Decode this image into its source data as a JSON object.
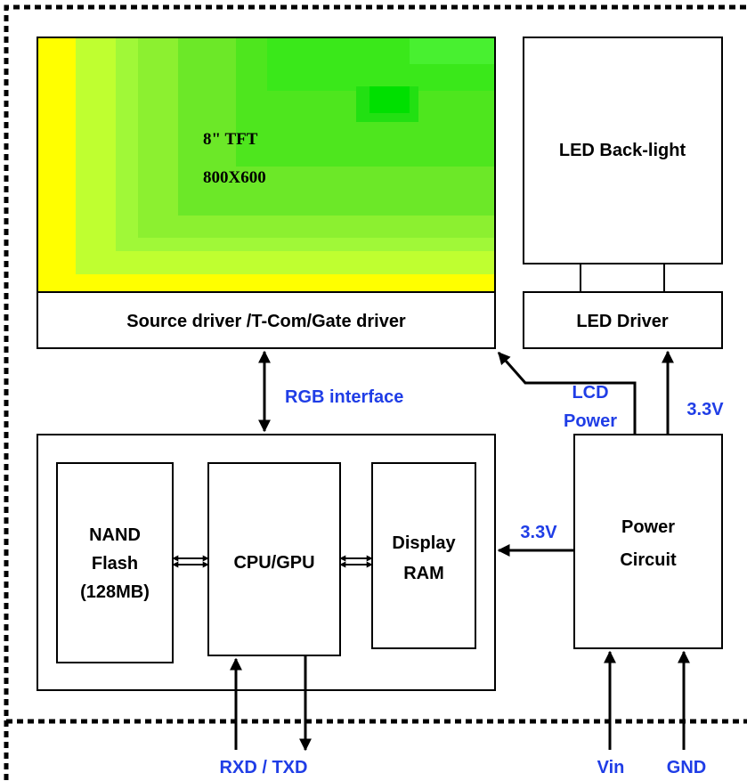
{
  "screen": {
    "label_line1": "8\" TFT",
    "label_line2": "800X600"
  },
  "blocks": {
    "led_backlight": "LED Back-light",
    "source_driver": "Source driver /T-Com/Gate driver",
    "led_driver": "LED Driver",
    "nand_line1": "NAND",
    "nand_line2": "Flash",
    "nand_line3": "(128MB)",
    "cpu": "CPU/GPU",
    "display_line1": "Display",
    "display_line2": "RAM",
    "power_line1": "Power",
    "power_line2": "Circuit"
  },
  "signals": {
    "rgb": "RGB interface",
    "lcd_line1": "LCD",
    "lcd_line2": "Power",
    "v33_led": "3.3V",
    "v33_ram": "3.3V",
    "rxd_txd": "RXD / TXD",
    "vin": "Vin",
    "gnd": "GND"
  },
  "colors": {
    "signal_text": "#1f3de6",
    "screen_yellow": "#ffff00",
    "screen_green": "#00e000"
  }
}
